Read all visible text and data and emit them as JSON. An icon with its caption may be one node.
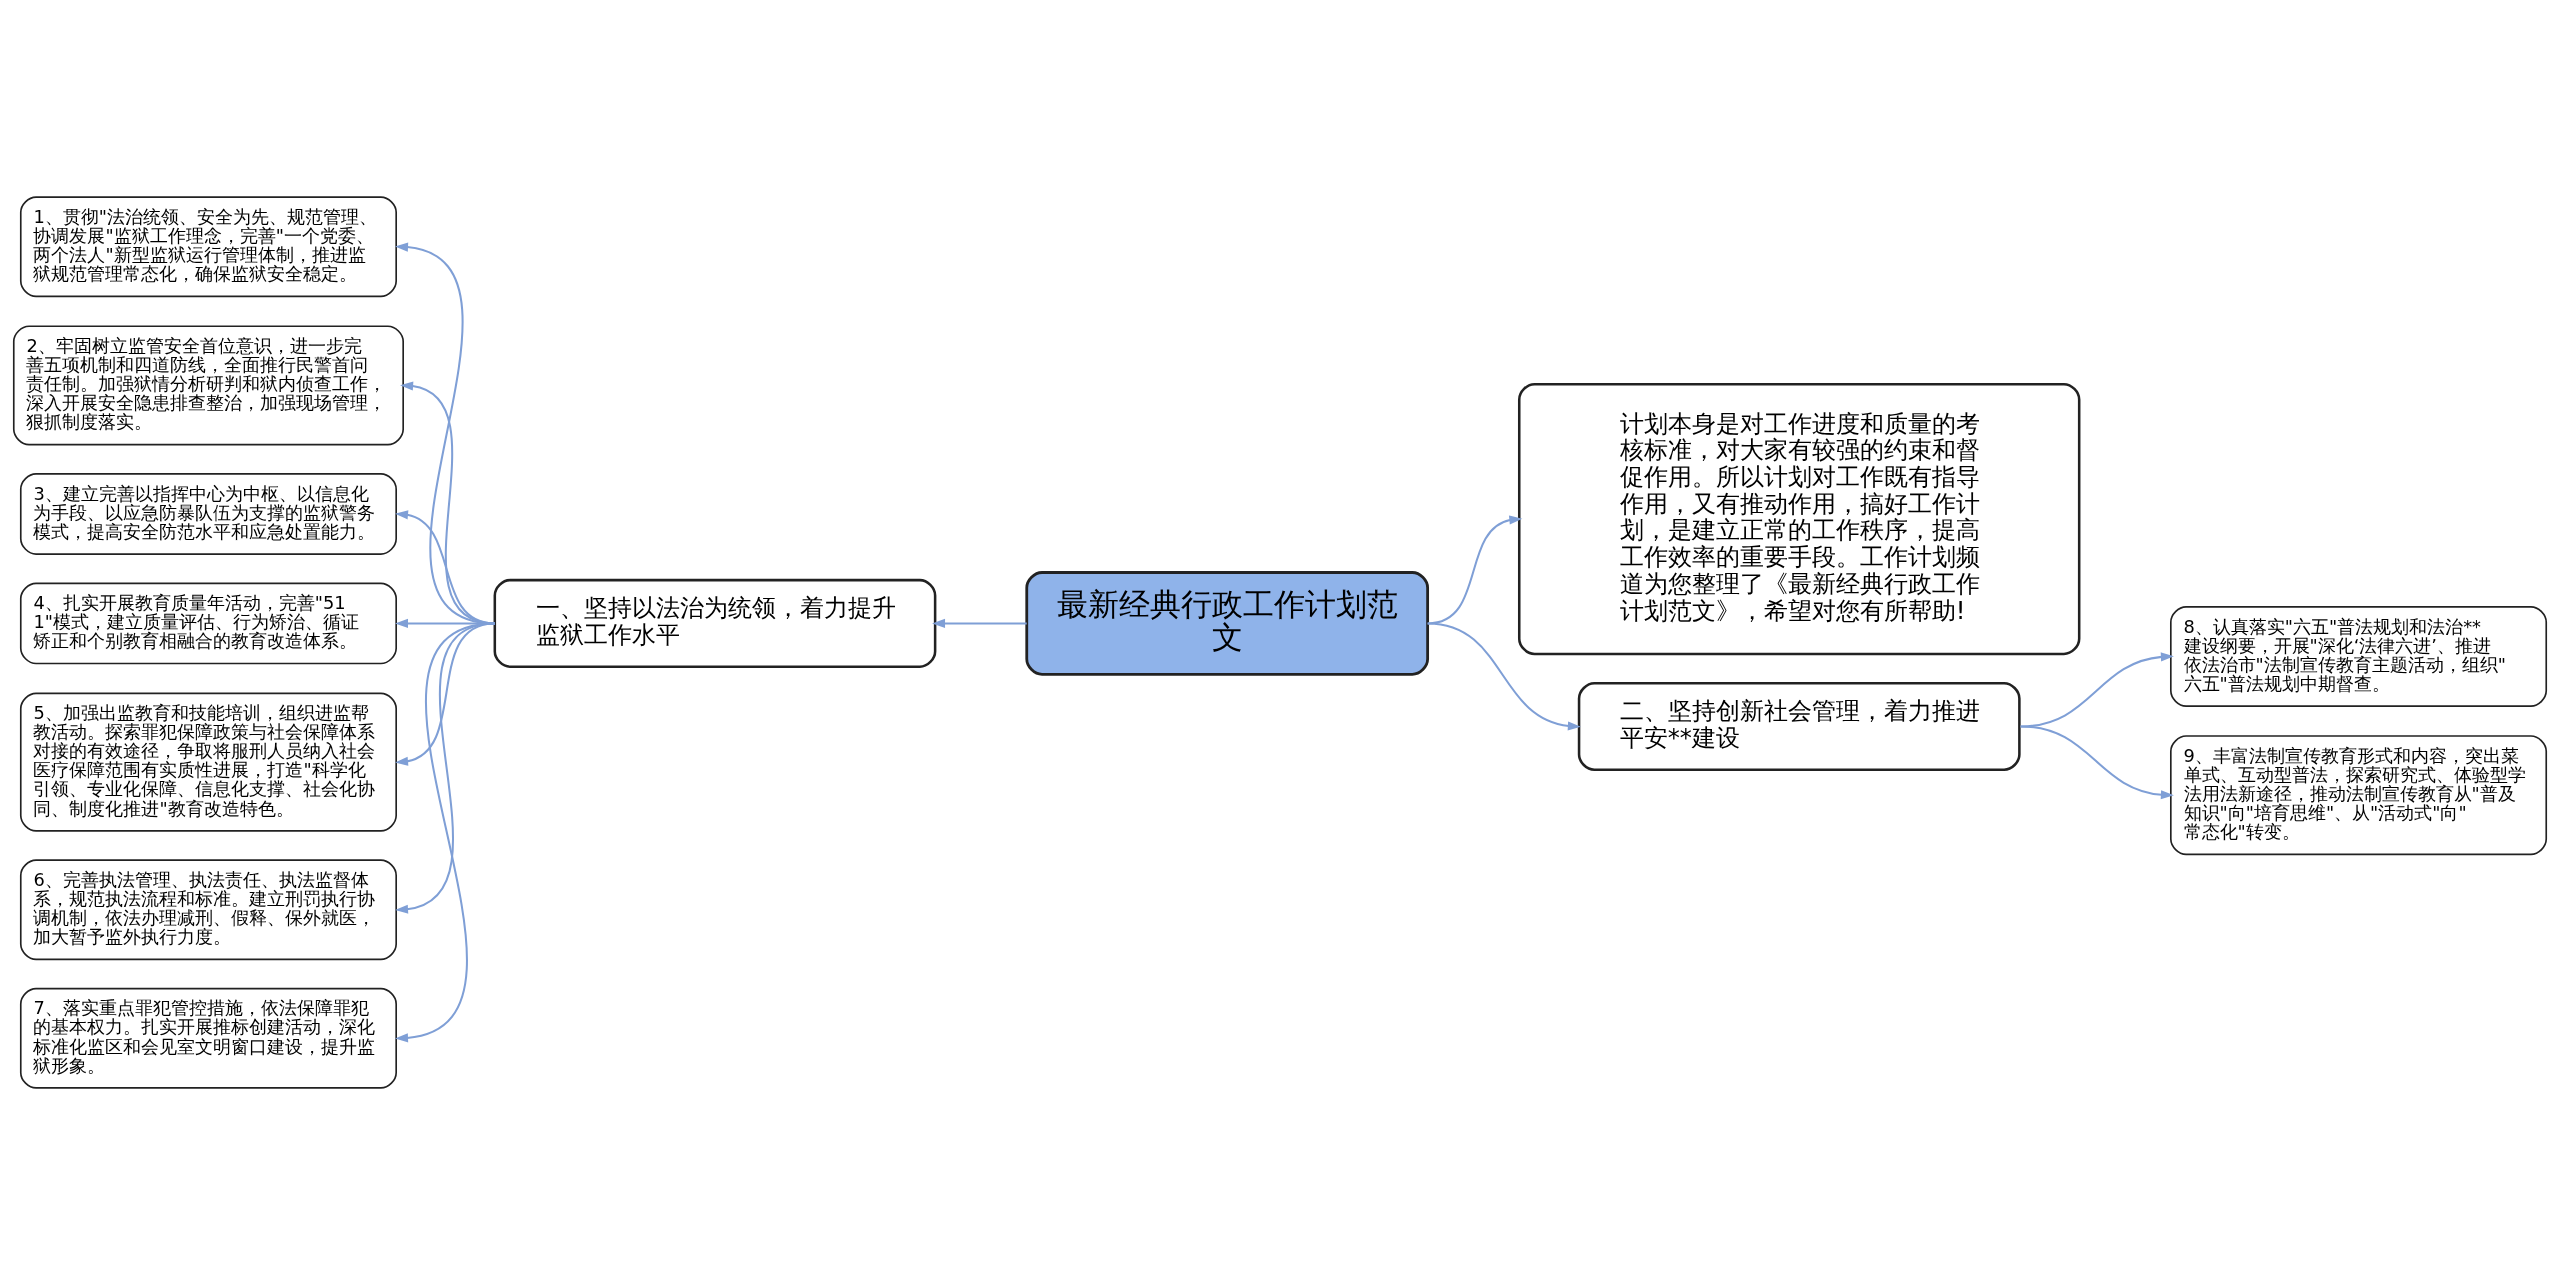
{
  "diagram": {
    "nodes": [
      {
        "text": [
          "最新经典行政工作计划范文"
        ]
      },
      {
        "text": [
          "一、坚持以法治为统领，着力提升监狱工作水平"
        ]
      },
      {
        "text": [
          "1、贯彻\"法治统领、安全为先、规范管理、协调发展\"监狱工作理念，完善\"一个党委、两个法人\"新型监狱运行管理体制，推进监狱规范管理常态化，确保监狱安全稳定。"
        ]
      },
      {
        "text": [
          "2、牢固树立监管安全首位意识，进一步完善五项机制和四道防线，全面推行民警首问责任制。加强狱情分析研判和狱内侦查工作，深入开展安全隐患排查整治，加强现场管理，狠抓制度落实。"
        ]
      },
      {
        "text": [
          "3、建立完善以指挥中心为中枢、以信息化为手段、以应急防暴队伍为支撑的监狱警务模式，提高安全防范水平和应急处置能力。"
        ]
      },
      {
        "text": [
          "4、扎实开展教育质量年活动，完善\"511\"模式，建立质量评估、行为矫治、循证矫正和个别教育相融合的教育改造体系。"
        ]
      },
      {
        "text": [
          "5、加强出监教育和技能培训，组织进监帮教活动。探索罪犯保障政策与社会保障体系对接的有效途径，争取将服刑人员纳入社会医疗保障范围有实质性进展，打造\"科学化引领、专业化保障、信息化支撑、社会化协同、制度化推进\"教育改造特色。"
        ]
      },
      {
        "text": [
          "6、完善执法管理、执法责任、执法监督体系，规范执法流程和标准。建立刑罚执行协调机制，依法办理减刑、假释、保外就医，加大暂予监外执行力度。"
        ]
      },
      {
        "text": [
          "7、落实重点罪犯管控措施，依法保障罪犯的基本权力。扎实开展推标创建活动，深化标准化监区和会见室文明窗口建设，提升监狱形象。"
        ]
      },
      {
        "text": [
          "计划本身是对工作进度和质量的考核标准，对大家有较强的约束和督促作用。所以计划对工作既有指导作用，又有推动作用，搞好工作计划，是建立正常的工作秩序，提高工作效率的重要手段。工作计划频道为您整理了《最新经典行政工作计划范文》，希望对您有所帮助!"
        ]
      },
      {
        "text": [
          "二、坚持创新社会管理，着力推进平安**建设"
        ]
      },
      {
        "text": [
          "8、认真落实\"六五\"普法规划和法治**建设纲要，开展\"深化‘法律六进’、推进依法治市\"法制宣传教育主题活动，组织\"六五\"普法规划中期督查。"
        ]
      },
      {
        "text": [
          "9、丰富法制宣传教育形式和内容，突出菜单式、互动型普法，探索研究式、体验型学法用法新途径，推动法制宣传教育从\"普及知识\"向\"培育思维\"、从\"活动式\"向\"常态化\"转变。"
        ]
      }
    ],
    "edges": [
      {
        "from": 0,
        "to": 1,
        "arrow": "to"
      },
      {
        "from": 1,
        "to": 2,
        "arrow": "to"
      },
      {
        "from": 1,
        "to": 3,
        "arrow": "to"
      },
      {
        "from": 1,
        "to": 4,
        "arrow": "to"
      },
      {
        "from": 1,
        "to": 5,
        "arrow": "to"
      },
      {
        "from": 1,
        "to": 6,
        "arrow": "to"
      },
      {
        "from": 1,
        "to": 7,
        "arrow": "to"
      },
      {
        "from": 1,
        "to": 8,
        "arrow": "to"
      },
      {
        "from": 0,
        "to": 9,
        "arrow": "to"
      },
      {
        "from": 0,
        "to": 10,
        "arrow": "to"
      },
      {
        "from": 10,
        "to": 11,
        "arrow": "to"
      },
      {
        "from": 10,
        "to": 12,
        "arrow": "to"
      }
    ]
  }
}
